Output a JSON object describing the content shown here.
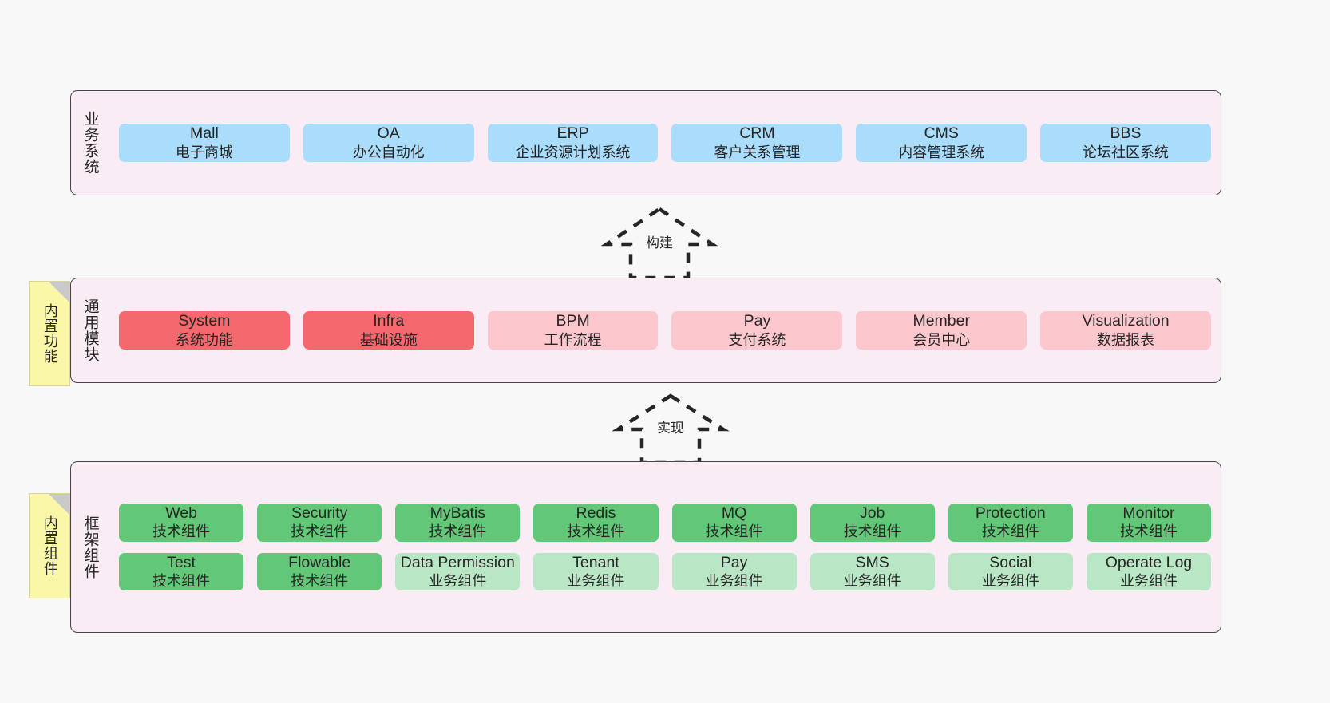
{
  "diagram": {
    "title": "ruoyi-vue-pro architecture layers",
    "background": "#f8f8f8",
    "palette": {
      "panel_bg": "#f9ecf5",
      "panel_border": "#4a414a",
      "blue": "#aadcfb",
      "red": "#f5696e",
      "pink": "#fcc7cd",
      "green": "#62c878",
      "green_light": "#b9e7c5",
      "note_bg": "#fbf7a8",
      "note_fold": "#c9c9c9"
    }
  },
  "layers": [
    {
      "id": "business",
      "title": "业务系统",
      "note": null,
      "rows": [
        {
          "nodes": [
            {
              "name": "Mall",
              "sub": "电子商城",
              "color": "blue"
            },
            {
              "name": "OA",
              "sub": "办公自动化",
              "color": "blue"
            },
            {
              "name": "ERP",
              "sub": "企业资源计划系统",
              "color": "blue"
            },
            {
              "name": "CRM",
              "sub": "客户关系管理",
              "color": "blue"
            },
            {
              "name": "CMS",
              "sub": "内容管理系统",
              "color": "blue"
            },
            {
              "name": "BBS",
              "sub": "论坛社区系统",
              "color": "blue"
            }
          ]
        }
      ]
    },
    {
      "id": "common-module",
      "title": "通用模块",
      "note": "内置功能",
      "rows": [
        {
          "nodes": [
            {
              "name": "System",
              "sub": "系统功能",
              "color": "red"
            },
            {
              "name": "Infra",
              "sub": "基础设施",
              "color": "red"
            },
            {
              "name": "BPM",
              "sub": "工作流程",
              "color": "pink"
            },
            {
              "name": "Pay",
              "sub": "支付系统",
              "color": "pink"
            },
            {
              "name": "Member",
              "sub": "会员中心",
              "color": "pink"
            },
            {
              "name": "Visualization",
              "sub": "数据报表",
              "color": "pink"
            }
          ]
        }
      ]
    },
    {
      "id": "framework-component",
      "title": "框架组件",
      "note": "内置组件",
      "rows": [
        {
          "nodes": [
            {
              "name": "Web",
              "sub": "技术组件",
              "color": "green"
            },
            {
              "name": "Security",
              "sub": "技术组件",
              "color": "green"
            },
            {
              "name": "MyBatis",
              "sub": "技术组件",
              "color": "green"
            },
            {
              "name": "Redis",
              "sub": "技术组件",
              "color": "green"
            },
            {
              "name": "MQ",
              "sub": "技术组件",
              "color": "green"
            },
            {
              "name": "Job",
              "sub": "技术组件",
              "color": "green"
            },
            {
              "name": "Protection",
              "sub": "技术组件",
              "color": "green"
            },
            {
              "name": "Monitor",
              "sub": "技术组件",
              "color": "green"
            }
          ]
        },
        {
          "nodes": [
            {
              "name": "Test",
              "sub": "技术组件",
              "color": "green"
            },
            {
              "name": "Flowable",
              "sub": "技术组件",
              "color": "green"
            },
            {
              "name": "Data Permission",
              "sub": "业务组件",
              "color": "green-light"
            },
            {
              "name": "Tenant",
              "sub": "业务组件",
              "color": "green-light"
            },
            {
              "name": "Pay",
              "sub": "业务组件",
              "color": "green-light"
            },
            {
              "name": "SMS",
              "sub": "业务组件",
              "color": "green-light"
            },
            {
              "name": "Social",
              "sub": "业务组件",
              "color": "green-light"
            },
            {
              "name": "Operate Log",
              "sub": "业务组件",
              "color": "green-light"
            }
          ]
        }
      ]
    }
  ],
  "connectors": [
    {
      "id": "build",
      "label": "构建",
      "from": "common-module",
      "to": "business"
    },
    {
      "id": "implement",
      "label": "实现",
      "from": "framework-component",
      "to": "common-module"
    }
  ]
}
